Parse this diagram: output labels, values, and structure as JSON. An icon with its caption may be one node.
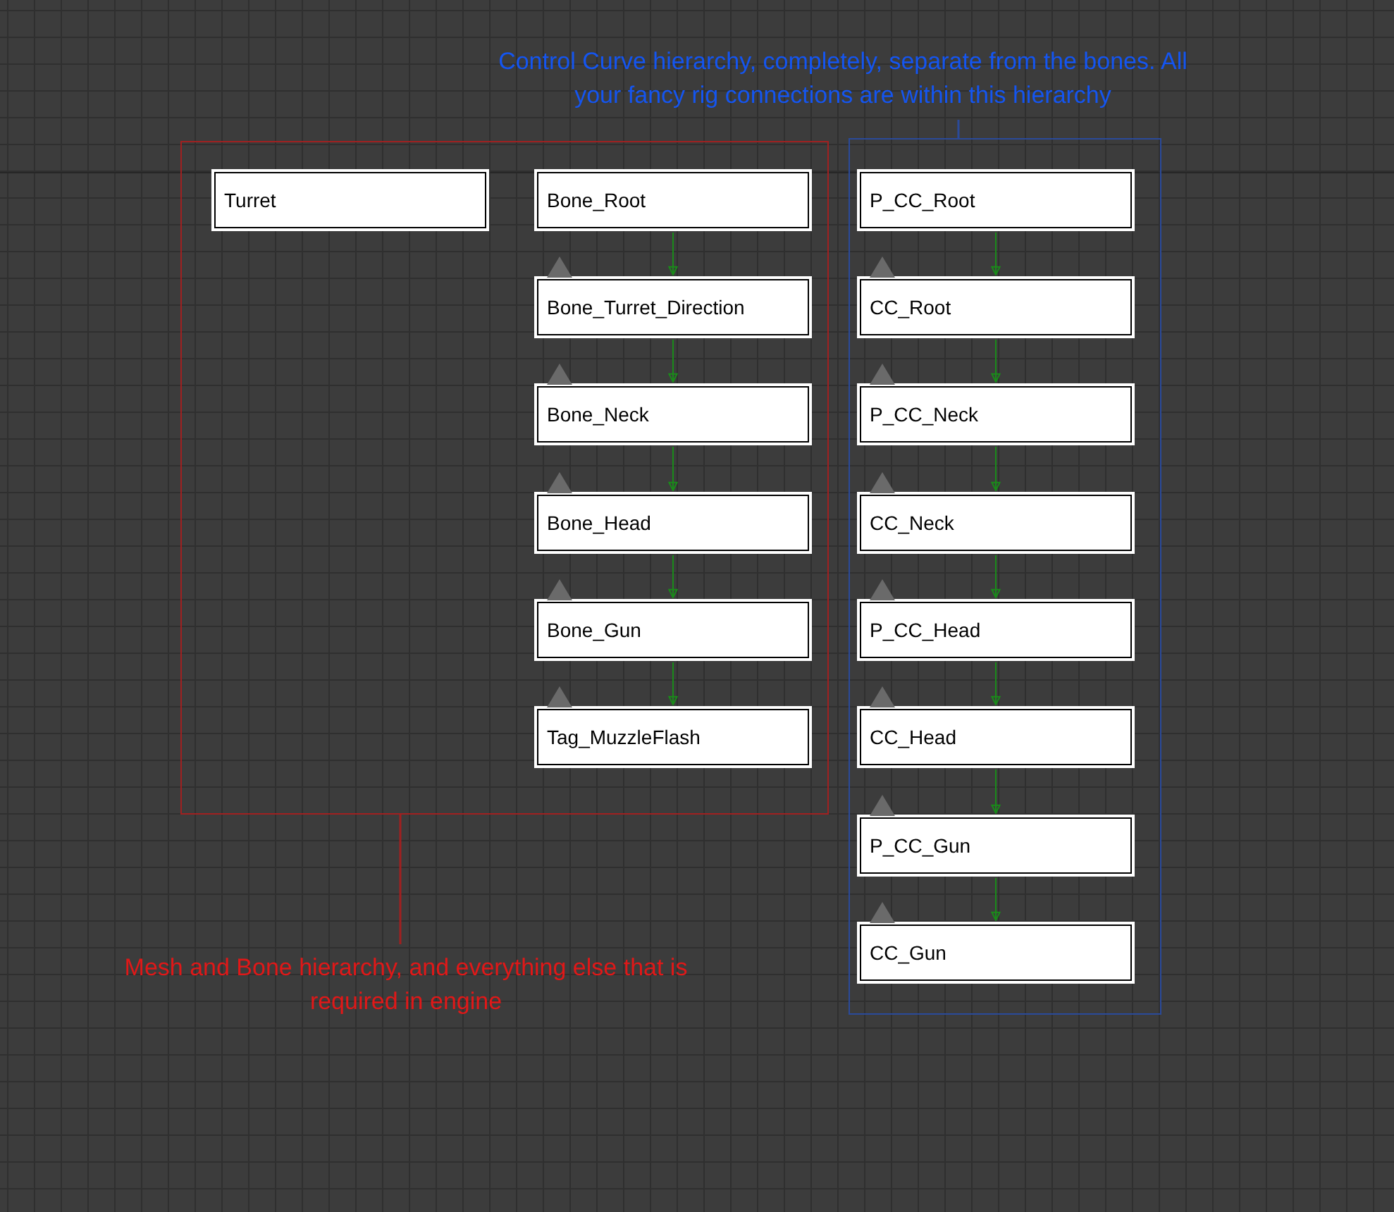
{
  "diagram": {
    "nodes": [
      {
        "text": [
          "Control Curve hierarchy, completely, separate from the bones. All your fancy rig connections are within this hierarchy"
        ]
      },
      {
        "text": [],
        "shape": "box"
      },
      {
        "text": [
          "Turret"
        ],
        "in": 1
      },
      {
        "text": [
          "Bone_Root"
        ],
        "in": 1
      },
      {
        "text": [
          "Bone_Turret_Direction"
        ],
        "in": 1
      },
      {
        "text": [
          "Bone_Neck"
        ],
        "in": 1
      },
      {
        "text": [
          "Bone_Head"
        ],
        "in": 1
      },
      {
        "text": [
          "Bone_Gun"
        ],
        "in": 1
      },
      {
        "text": [
          "Tag_MuzzleFlash"
        ],
        "in": 1
      },
      {
        "text": [],
        "shape": "box"
      },
      {
        "text": [
          "P_CC_Root"
        ],
        "in": 9
      },
      {
        "text": [
          "CC_Root"
        ],
        "in": 9
      },
      {
        "text": [
          "P_CC_Neck"
        ],
        "in": 9
      },
      {
        "text": [
          "CC_Neck"
        ],
        "in": 9
      },
      {
        "text": [
          "P_CC_Head"
        ],
        "in": 9
      },
      {
        "text": [
          "CC_Head"
        ],
        "in": 9
      },
      {
        "text": [
          "P_CC_Gun"
        ],
        "in": 9
      },
      {
        "text": [
          "CC_Gun"
        ],
        "in": 9
      },
      {
        "text": [
          "Mesh and Bone hierarchy, and everything else that is required in engine"
        ]
      }
    ],
    "edges": [
      {
        "from": 0,
        "to": 9,
        "arrow": "none",
        "color": "#2a4a9a"
      },
      {
        "from": 3,
        "to": 4,
        "arrow": "to"
      },
      {
        "from": 4,
        "to": 5,
        "arrow": "to"
      },
      {
        "from": 5,
        "to": 6,
        "arrow": "to"
      },
      {
        "from": 6,
        "to": 7,
        "arrow": "to"
      },
      {
        "from": 7,
        "to": 8,
        "arrow": "to"
      },
      {
        "from": 10,
        "to": 11,
        "arrow": "to"
      },
      {
        "from": 11,
        "to": 12,
        "arrow": "to"
      },
      {
        "from": 12,
        "to": 13,
        "arrow": "to"
      },
      {
        "from": 13,
        "to": 14,
        "arrow": "to"
      },
      {
        "from": 14,
        "to": 15,
        "arrow": "to"
      },
      {
        "from": 15,
        "to": 16,
        "arrow": "to"
      },
      {
        "from": 16,
        "to": 17,
        "arrow": "to"
      },
      {
        "from": 18,
        "to": 1,
        "arrow": "none",
        "color": "#a02020"
      }
    ]
  }
}
